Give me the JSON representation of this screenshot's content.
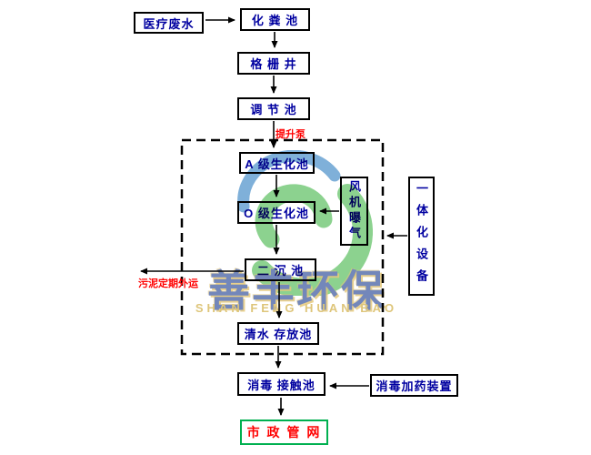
{
  "diagram": {
    "nodes": {
      "medical_wastewater": "医疗废水",
      "septic_tank": "化 粪 池",
      "grid_well": "格 栅 井",
      "regulating_tank": "调 节 池",
      "a_bio_tank": "A 级生化池",
      "o_bio_tank": "O 级生化池",
      "fan_aeration": "风机曝气",
      "integrated_equipment": "一体化设备",
      "secondary_sedimentation_tank": "二 沉 池",
      "clear_water_storage_tank": "清水 存放池",
      "disinfection_contact_tank": "消毒 接触池",
      "disinfection_dosing_device": "消毒加药装置",
      "municipal_pipe_network": "市 政 管 网"
    },
    "annotations": {
      "lift_pump": "提升泵",
      "sludge_removal": "污泥定期外运"
    },
    "watermark": {
      "chinese": "善丰环保",
      "english": "SHAN FENG HUAN BAO"
    },
    "colors": {
      "node_text": "#0000a0",
      "annotation_red": "#ff0000",
      "municipal_border": "#00b050",
      "municipal_text": "#ff0000",
      "watermark_green": "#45b649",
      "watermark_blue": "#2f7fc1",
      "watermark_gold": "#c9a227",
      "watermark_navy": "#1d3c8f"
    }
  }
}
